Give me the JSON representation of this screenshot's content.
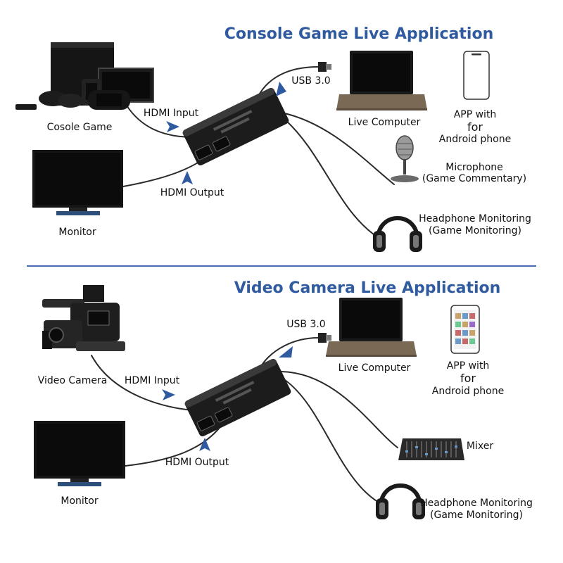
{
  "colors": {
    "title": "#2f5aa0",
    "arrow": "#2f5aa0",
    "device": "#1b1b1b",
    "screen": "#0d0d0d",
    "divider": "#4a6db0",
    "laptop_base": "#7a6a55"
  },
  "console_section": {
    "title": "Console Game Live Application",
    "labels": {
      "console_game": "Cosole Game",
      "hdmi_input": "HDMI Input",
      "hdmi_output": "HDMI Output",
      "monitor": "Monitor",
      "usb": "USB 3.0",
      "live_computer": "Live Computer",
      "app_line1": "APP with",
      "app_line2": "for",
      "app_line3": "Android phone",
      "microphone_line1": "Microphone",
      "microphone_line2": "(Game Commentary)",
      "headphone_line1": "Headphone Monitoring",
      "headphone_line2": "(Game Monitoring)"
    }
  },
  "camera_section": {
    "title": "Video Camera Live Application",
    "labels": {
      "video_camera": "Video Camera",
      "hdmi_input": "HDMI Input",
      "hdmi_output": "HDMI Output",
      "monitor": "Monitor",
      "usb": "USB 3.0",
      "live_computer": "Live Computer",
      "app_line1": "APP with",
      "app_line2": "for",
      "app_line3": "Android phone",
      "mixer": "Mixer",
      "headphone_line1": "Headphone Monitoring",
      "headphone_line2": "(Game Monitoring)"
    }
  },
  "icons": {
    "console": "game-console-icon",
    "camera": "video-camera-icon",
    "monitor": "monitor-icon",
    "laptop": "laptop-icon",
    "phone": "smartphone-icon",
    "microphone": "microphone-icon",
    "headphones": "headphones-icon",
    "mixer": "audio-mixer-icon",
    "capture_card": "capture-card-icon",
    "usb_plug": "usb-plug-icon"
  }
}
